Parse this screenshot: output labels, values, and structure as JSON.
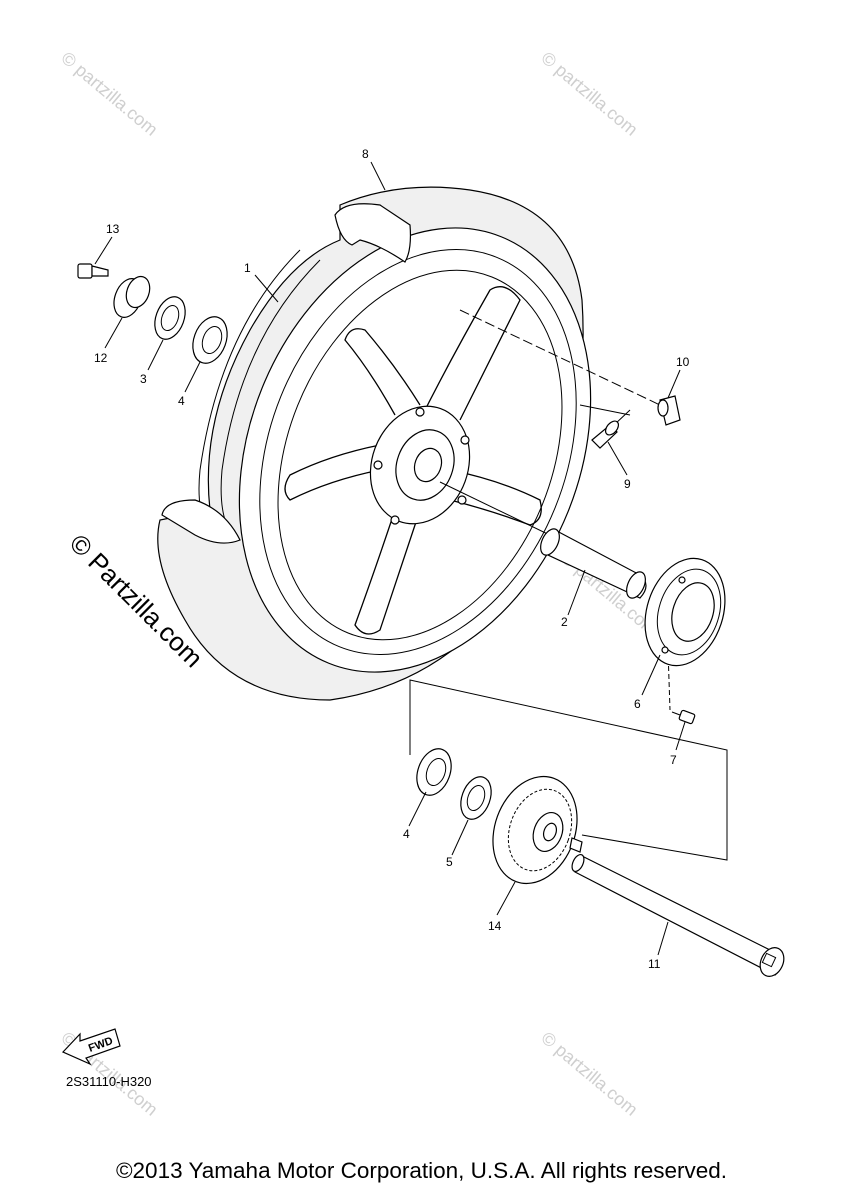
{
  "diagram": {
    "callouts": [
      {
        "id": "p1",
        "label": "1"
      },
      {
        "id": "p2",
        "label": "2"
      },
      {
        "id": "p3",
        "label": "3"
      },
      {
        "id": "p4a",
        "label": "4"
      },
      {
        "id": "p4b",
        "label": "4"
      },
      {
        "id": "p5",
        "label": "5"
      },
      {
        "id": "p6",
        "label": "6"
      },
      {
        "id": "p7",
        "label": "7"
      },
      {
        "id": "p8",
        "label": "8"
      },
      {
        "id": "p9",
        "label": "9"
      },
      {
        "id": "p10",
        "label": "10"
      },
      {
        "id": "p11",
        "label": "11"
      },
      {
        "id": "p12",
        "label": "12"
      },
      {
        "id": "p13",
        "label": "13"
      },
      {
        "id": "p14",
        "label": "14"
      }
    ],
    "fwd_label": "FWD",
    "diagram_code": "2S31110-H320"
  },
  "watermark": {
    "text": "© Partzilla.com",
    "small_text": "© partzilla.com"
  },
  "footer": {
    "copyright": "©2013 Yamaha Motor Corporation, U.S.A. All rights reserved."
  }
}
